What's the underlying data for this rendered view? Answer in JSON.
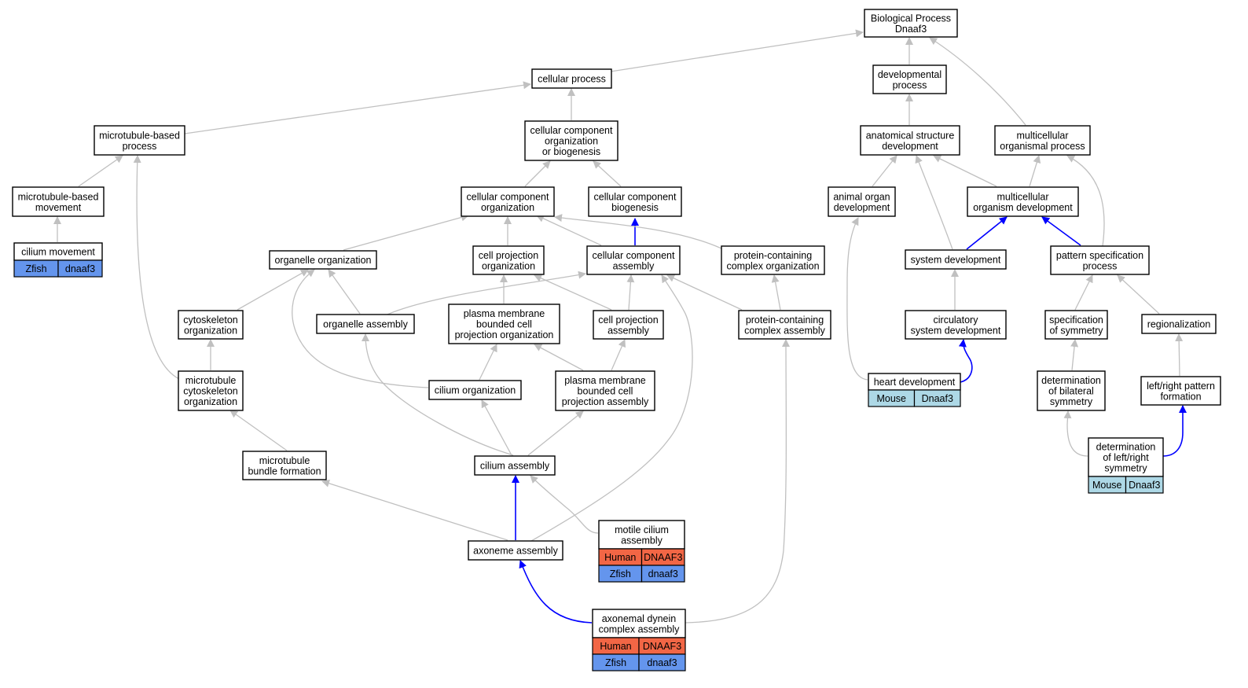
{
  "colors": {
    "edge_gray": "#c0c0c0",
    "edge_blue": "#0000ff",
    "human": "#f26645",
    "zfish": "#6495ed",
    "mouse": "#add8e6"
  },
  "nodes": [
    {
      "id": "biological-process",
      "lines": [
        "Biological Process",
        "Dnaaf3"
      ]
    },
    {
      "id": "cellular-process",
      "lines": [
        "cellular process"
      ]
    },
    {
      "id": "developmental-process",
      "lines": [
        "developmental",
        "process"
      ]
    },
    {
      "id": "microtubule-based-process",
      "lines": [
        "microtubule-based",
        "process"
      ]
    },
    {
      "id": "cellular-component-organization-or-biogenesis",
      "lines": [
        "cellular component",
        "organization",
        "or biogenesis"
      ]
    },
    {
      "id": "anatomical-structure-development",
      "lines": [
        "anatomical structure",
        "development"
      ]
    },
    {
      "id": "multicellular-organismal-process",
      "lines": [
        "multicellular",
        "organismal process"
      ]
    },
    {
      "id": "microtubule-based-movement",
      "lines": [
        "microtubule-based",
        "movement"
      ]
    },
    {
      "id": "cellular-component-organization",
      "lines": [
        "cellular component",
        "organization"
      ]
    },
    {
      "id": "cellular-component-biogenesis",
      "lines": [
        "cellular component",
        "biogenesis"
      ]
    },
    {
      "id": "animal-organ-development",
      "lines": [
        "animal organ",
        "development"
      ]
    },
    {
      "id": "multicellular-organism-development",
      "lines": [
        "multicellular",
        "organism development"
      ]
    },
    {
      "id": "cilium-movement",
      "lines": [
        "cilium movement"
      ],
      "species": [
        [
          "Zfish",
          "dnaaf3"
        ]
      ]
    },
    {
      "id": "organelle-organization",
      "lines": [
        "organelle organization"
      ]
    },
    {
      "id": "cell-projection-organization",
      "lines": [
        "cell projection",
        "organization"
      ]
    },
    {
      "id": "cellular-component-assembly",
      "lines": [
        "cellular component",
        "assembly"
      ]
    },
    {
      "id": "protein-containing-complex-organization",
      "lines": [
        "protein-containing",
        "complex organization"
      ]
    },
    {
      "id": "system-development",
      "lines": [
        "system development"
      ]
    },
    {
      "id": "pattern-specification-process",
      "lines": [
        "pattern specification",
        "process"
      ]
    },
    {
      "id": "cytoskeleton-organization",
      "lines": [
        "cytoskeleton",
        "organization"
      ]
    },
    {
      "id": "organelle-assembly",
      "lines": [
        "organelle assembly"
      ]
    },
    {
      "id": "plasma-membrane-bounded-cell-projection-organization",
      "lines": [
        "plasma membrane",
        "bounded cell",
        "projection organization"
      ]
    },
    {
      "id": "cell-projection-assembly",
      "lines": [
        "cell projection",
        "assembly"
      ]
    },
    {
      "id": "protein-containing-complex-assembly",
      "lines": [
        "protein-containing",
        "complex assembly"
      ]
    },
    {
      "id": "circulatory-system-development",
      "lines": [
        "circulatory",
        "system development"
      ]
    },
    {
      "id": "specification-of-symmetry",
      "lines": [
        "specification",
        "of symmetry"
      ]
    },
    {
      "id": "regionalization",
      "lines": [
        "regionalization"
      ]
    },
    {
      "id": "microtubule-cytoskeleton-organization",
      "lines": [
        "microtubule",
        "cytoskeleton",
        "organization"
      ]
    },
    {
      "id": "cilium-organization",
      "lines": [
        "cilium organization"
      ]
    },
    {
      "id": "plasma-membrane-bounded-cell-projection-assembly",
      "lines": [
        "plasma membrane",
        "bounded cell",
        "projection assembly"
      ]
    },
    {
      "id": "heart-development",
      "lines": [
        "heart development"
      ],
      "species": [
        [
          "Mouse",
          "Dnaaf3"
        ]
      ]
    },
    {
      "id": "determination-of-bilateral-symmetry",
      "lines": [
        "determination",
        "of bilateral",
        "symmetry"
      ]
    },
    {
      "id": "left-right-pattern-formation",
      "lines": [
        "left/right pattern",
        "formation"
      ]
    },
    {
      "id": "microtubule-bundle-formation",
      "lines": [
        "microtubule",
        "bundle formation"
      ]
    },
    {
      "id": "cilium-assembly",
      "lines": [
        "cilium assembly"
      ]
    },
    {
      "id": "determination-of-left-right-symmetry",
      "lines": [
        "determination",
        "of left/right",
        "symmetry"
      ],
      "species": [
        [
          "Mouse",
          "Dnaaf3"
        ]
      ]
    },
    {
      "id": "motile-cilium-assembly",
      "lines": [
        "motile cilium",
        "assembly"
      ],
      "species": [
        [
          "Human",
          "DNAAF3"
        ],
        [
          "Zfish",
          "dnaaf3"
        ]
      ]
    },
    {
      "id": "axoneme-assembly",
      "lines": [
        "axoneme assembly"
      ]
    },
    {
      "id": "axonemal-dynein-complex-assembly",
      "lines": [
        "axonemal dynein",
        "complex assembly"
      ],
      "species": [
        [
          "Human",
          "DNAAF3"
        ],
        [
          "Zfish",
          "dnaaf3"
        ]
      ]
    }
  ]
}
